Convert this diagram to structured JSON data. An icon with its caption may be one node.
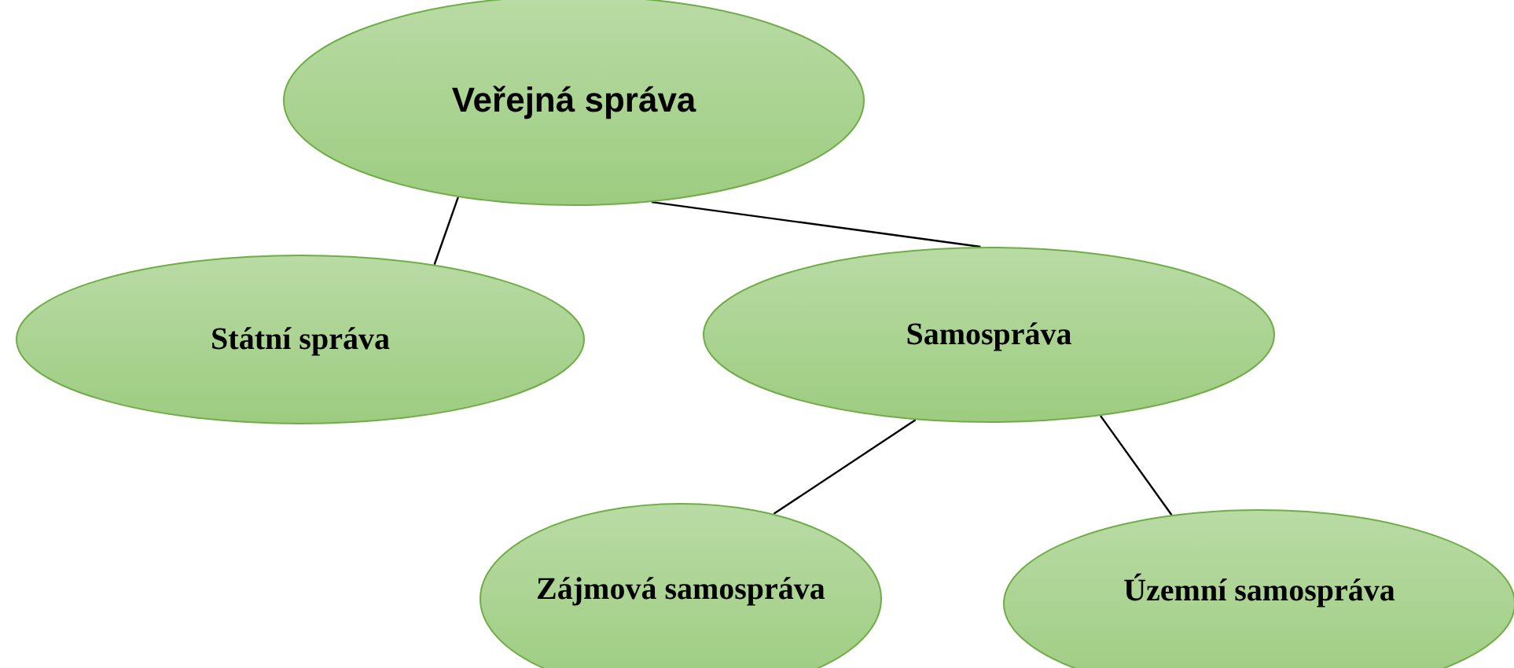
{
  "diagram": {
    "nodes": [
      {
        "text": [
          "Veřejná správa"
        ]
      },
      {
        "text": [
          "Státní správa"
        ]
      },
      {
        "text": [
          "Samospráva"
        ]
      },
      {
        "text": [
          "Zájmová samospráva"
        ]
      },
      {
        "text": [
          "Územní samospráva"
        ]
      }
    ],
    "edges": [
      {
        "from": 0,
        "to": 1,
        "arrow": "none"
      },
      {
        "from": 0,
        "to": 2,
        "arrow": "none"
      },
      {
        "from": 2,
        "to": 3,
        "arrow": "none"
      },
      {
        "from": 2,
        "to": 4,
        "arrow": "none"
      }
    ]
  }
}
